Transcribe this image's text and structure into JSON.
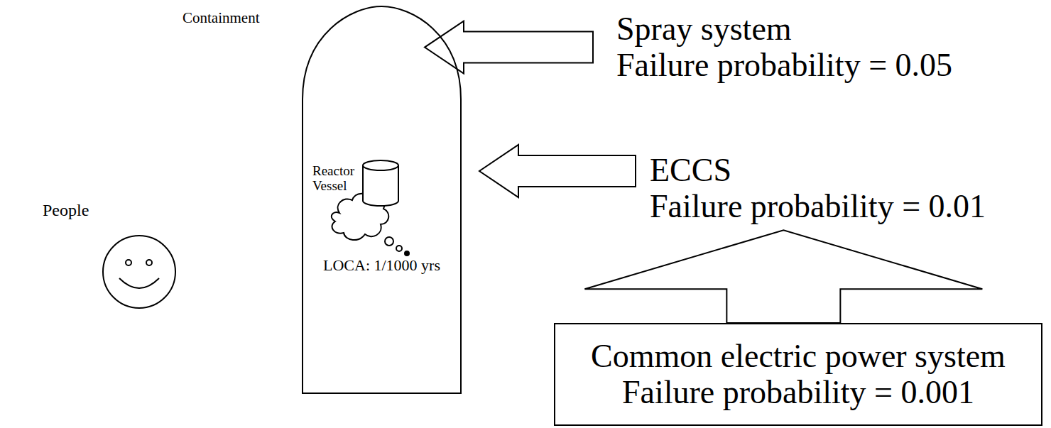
{
  "diagram": {
    "nodes": [
      {
        "text": [
          "Containment"
        ]
      },
      {
        "text": [
          "Spray system",
          "Failure probability = 0.05"
        ]
      },
      {
        "text": [
          "Reactor Vessel"
        ],
        "in": 0
      },
      {
        "text": [
          "ECCS",
          "Failure probability = 0.01"
        ]
      },
      {
        "text": [
          "Common electric power system",
          "Failure probability = 0.001"
        ]
      }
    ],
    "edges": [
      {
        "from": 1,
        "to": 0,
        "arrow": "to"
      },
      {
        "from": 3,
        "to": 2,
        "arrow": "to"
      },
      {
        "from": 4,
        "to": 3,
        "arrow": "to"
      }
    ],
    "labels": [
      "People",
      "LOCA: 1/1000 yrs"
    ]
  }
}
